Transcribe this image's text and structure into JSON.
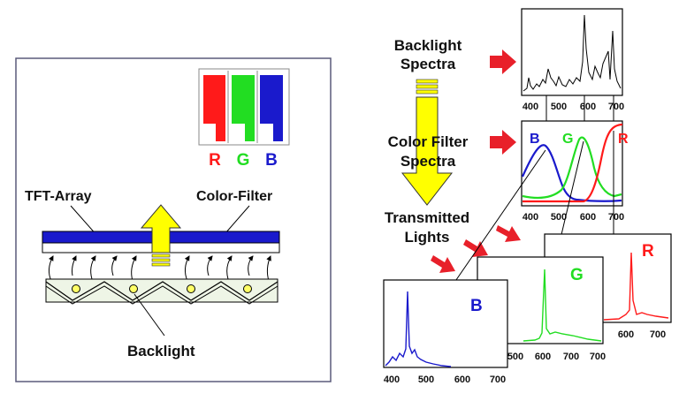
{
  "left_panel": {
    "filter_letters": [
      "R",
      "G",
      "B"
    ],
    "tft_array_label": "TFT-Array",
    "color_filter_label": "Color-Filter",
    "backlight_label": "Backlight"
  },
  "right_panel": {
    "backlight_spectra_label": [
      "Backlight",
      "Spectra"
    ],
    "color_filter_spectra_label": [
      "Color Filter",
      "Spectra"
    ],
    "transmitted_lights_label": [
      "Transmitted",
      "Lights"
    ],
    "filter_curve_labels": [
      "B",
      "G",
      "R"
    ],
    "transmitted_panel_labels": [
      "B",
      "G",
      "R"
    ],
    "x_ticks": [
      "400",
      "500",
      "600",
      "700"
    ],
    "x_ticks_red_panel": [
      "600",
      "700"
    ]
  },
  "colors": {
    "red": "#ff1a1a",
    "green": "#22dd22",
    "blue": "#1a1acc",
    "yellow": "#ffff00",
    "arrow_red": "#e8202a"
  }
}
